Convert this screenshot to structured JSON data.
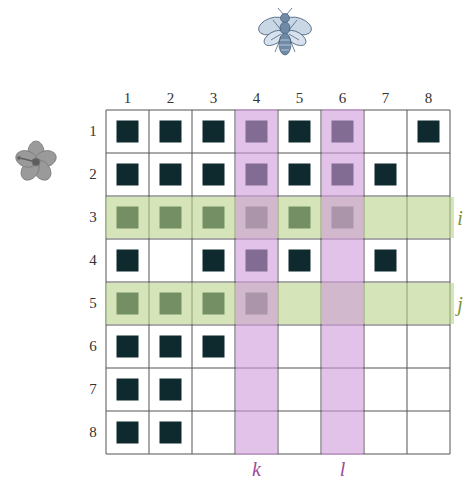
{
  "diagram": {
    "labels": [
      "1",
      "2",
      "3",
      "4",
      "5",
      "6",
      "7",
      "8",
      "1",
      "2",
      "3",
      "4",
      "5",
      "6",
      "7",
      "8",
      "i",
      "j",
      "k",
      "l"
    ]
  }
}
